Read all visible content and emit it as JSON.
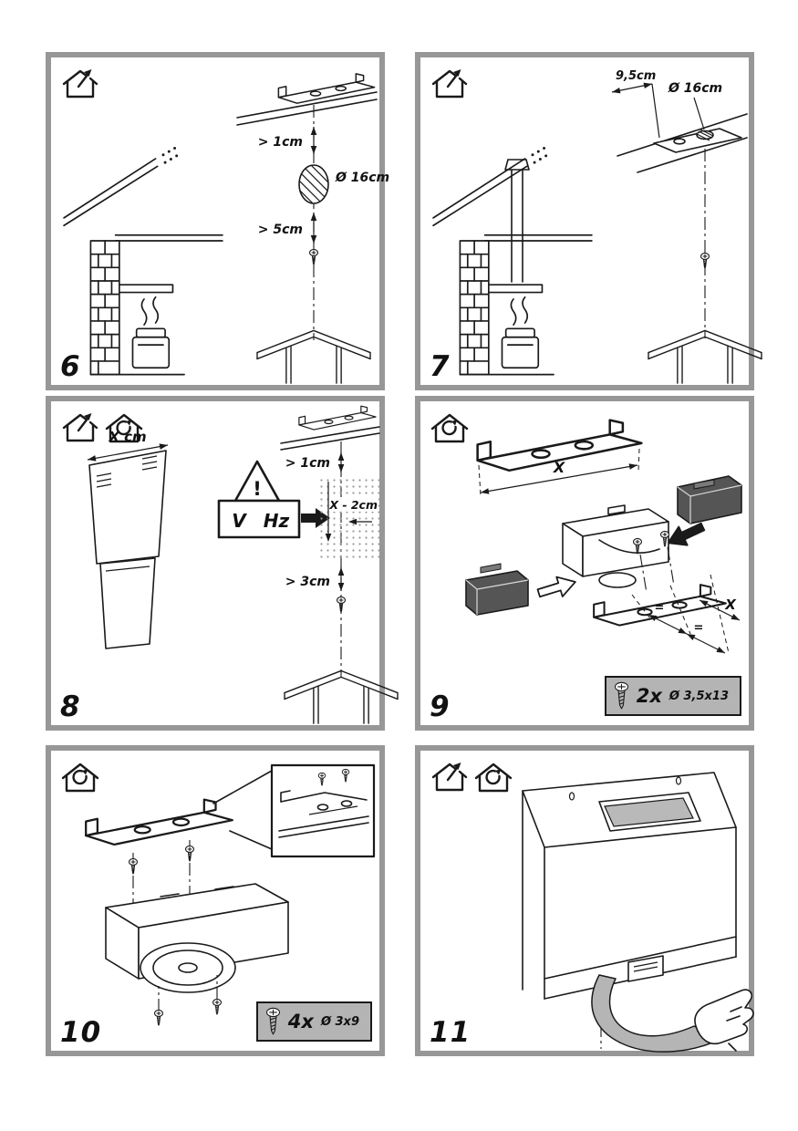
{
  "page": {
    "background": "#ffffff",
    "panel_border_color": "#979797",
    "ink_color": "#1a1a1a",
    "callout_background": "#b4b4b4"
  },
  "panels": {
    "p6": {
      "number": "6",
      "mode_icons": [
        "duct-out-house-icon"
      ],
      "labels": {
        "gap_top": "> 1cm",
        "hole_diameter": "Ø 16cm",
        "gap_bottom": "> 5cm"
      }
    },
    "p7": {
      "number": "7",
      "mode_icons": [
        "duct-out-house-icon"
      ],
      "labels": {
        "offset": "9,5cm",
        "hole_diameter": "Ø 16cm"
      }
    },
    "p8": {
      "number": "8",
      "mode_icons": [
        "duct-out-house-icon",
        "recirculation-house-icon"
      ],
      "labels": {
        "chimney_width": "X cm",
        "warning_mark": "!",
        "power_volt": "V",
        "power_freq": "Hz",
        "gap_top": "> 1cm",
        "cut_size": "X - 2cm",
        "gap_bottom": "> 3cm"
      }
    },
    "p9": {
      "number": "9",
      "mode_icons": [
        "recirculation-house-icon"
      ],
      "labels": {
        "bracket_width_top": "X",
        "equal_mark_1": "=",
        "equal_mark_2": "=",
        "bracket_width_bottom": "X",
        "screw_qty": "2x",
        "screw_spec": "Ø 3,5x13"
      }
    },
    "p10": {
      "number": "10",
      "mode_icons": [
        "recirculation-house-icon"
      ],
      "labels": {
        "screw_qty": "4x",
        "screw_spec": "Ø 3x9"
      }
    },
    "p11": {
      "number": "11",
      "mode_icons": [
        "duct-out-house-icon",
        "recirculation-house-icon"
      ]
    }
  }
}
